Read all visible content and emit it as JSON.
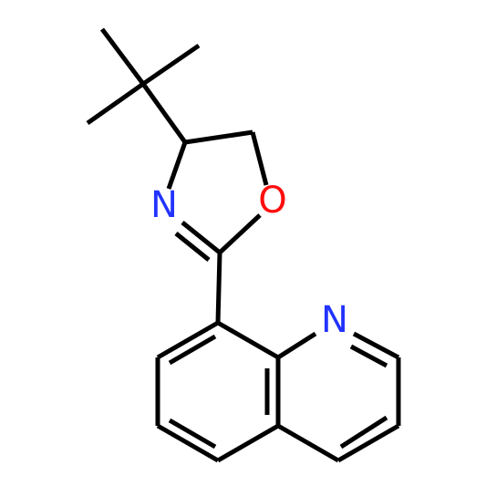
{
  "molecule": {
    "atoms": {
      "n_oxazoline": {
        "symbol": "N",
        "color": "#2233ff"
      },
      "o_oxazoline": {
        "symbol": "O",
        "color": "#ff0d0d"
      },
      "n_quinoline": {
        "symbol": "N",
        "color": "#2233ff"
      }
    },
    "bond_color": "#000000"
  }
}
